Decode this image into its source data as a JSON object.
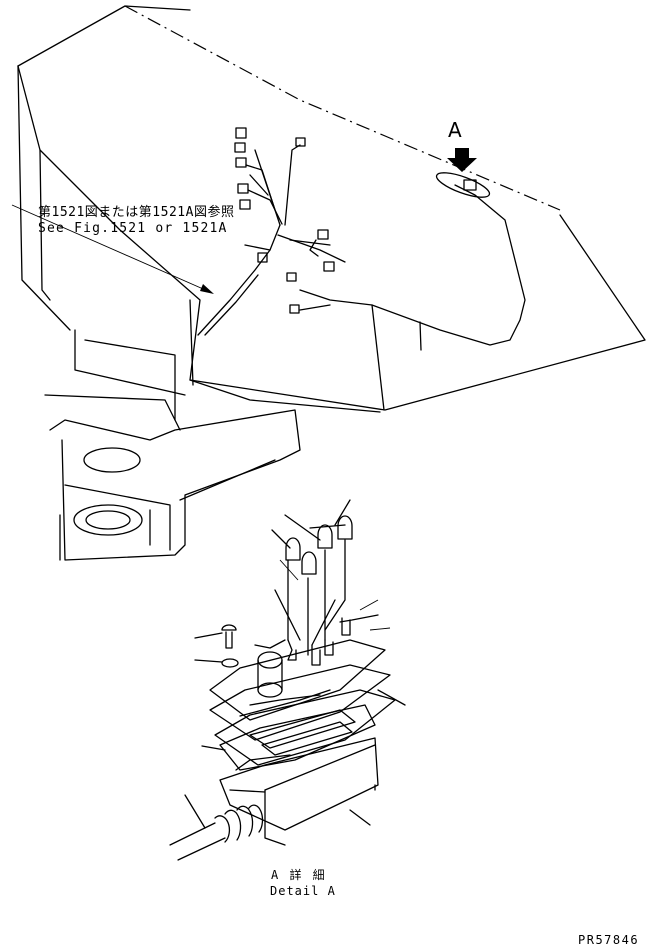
{
  "labels": {
    "reference_jp": "第1521図または第1521A図参照",
    "reference_en": "See Fig.1521 or 1521A",
    "callout": "A",
    "detail_jp": "A 詳 細",
    "detail_en": "Detail A",
    "drawing_number": "PR57846"
  }
}
